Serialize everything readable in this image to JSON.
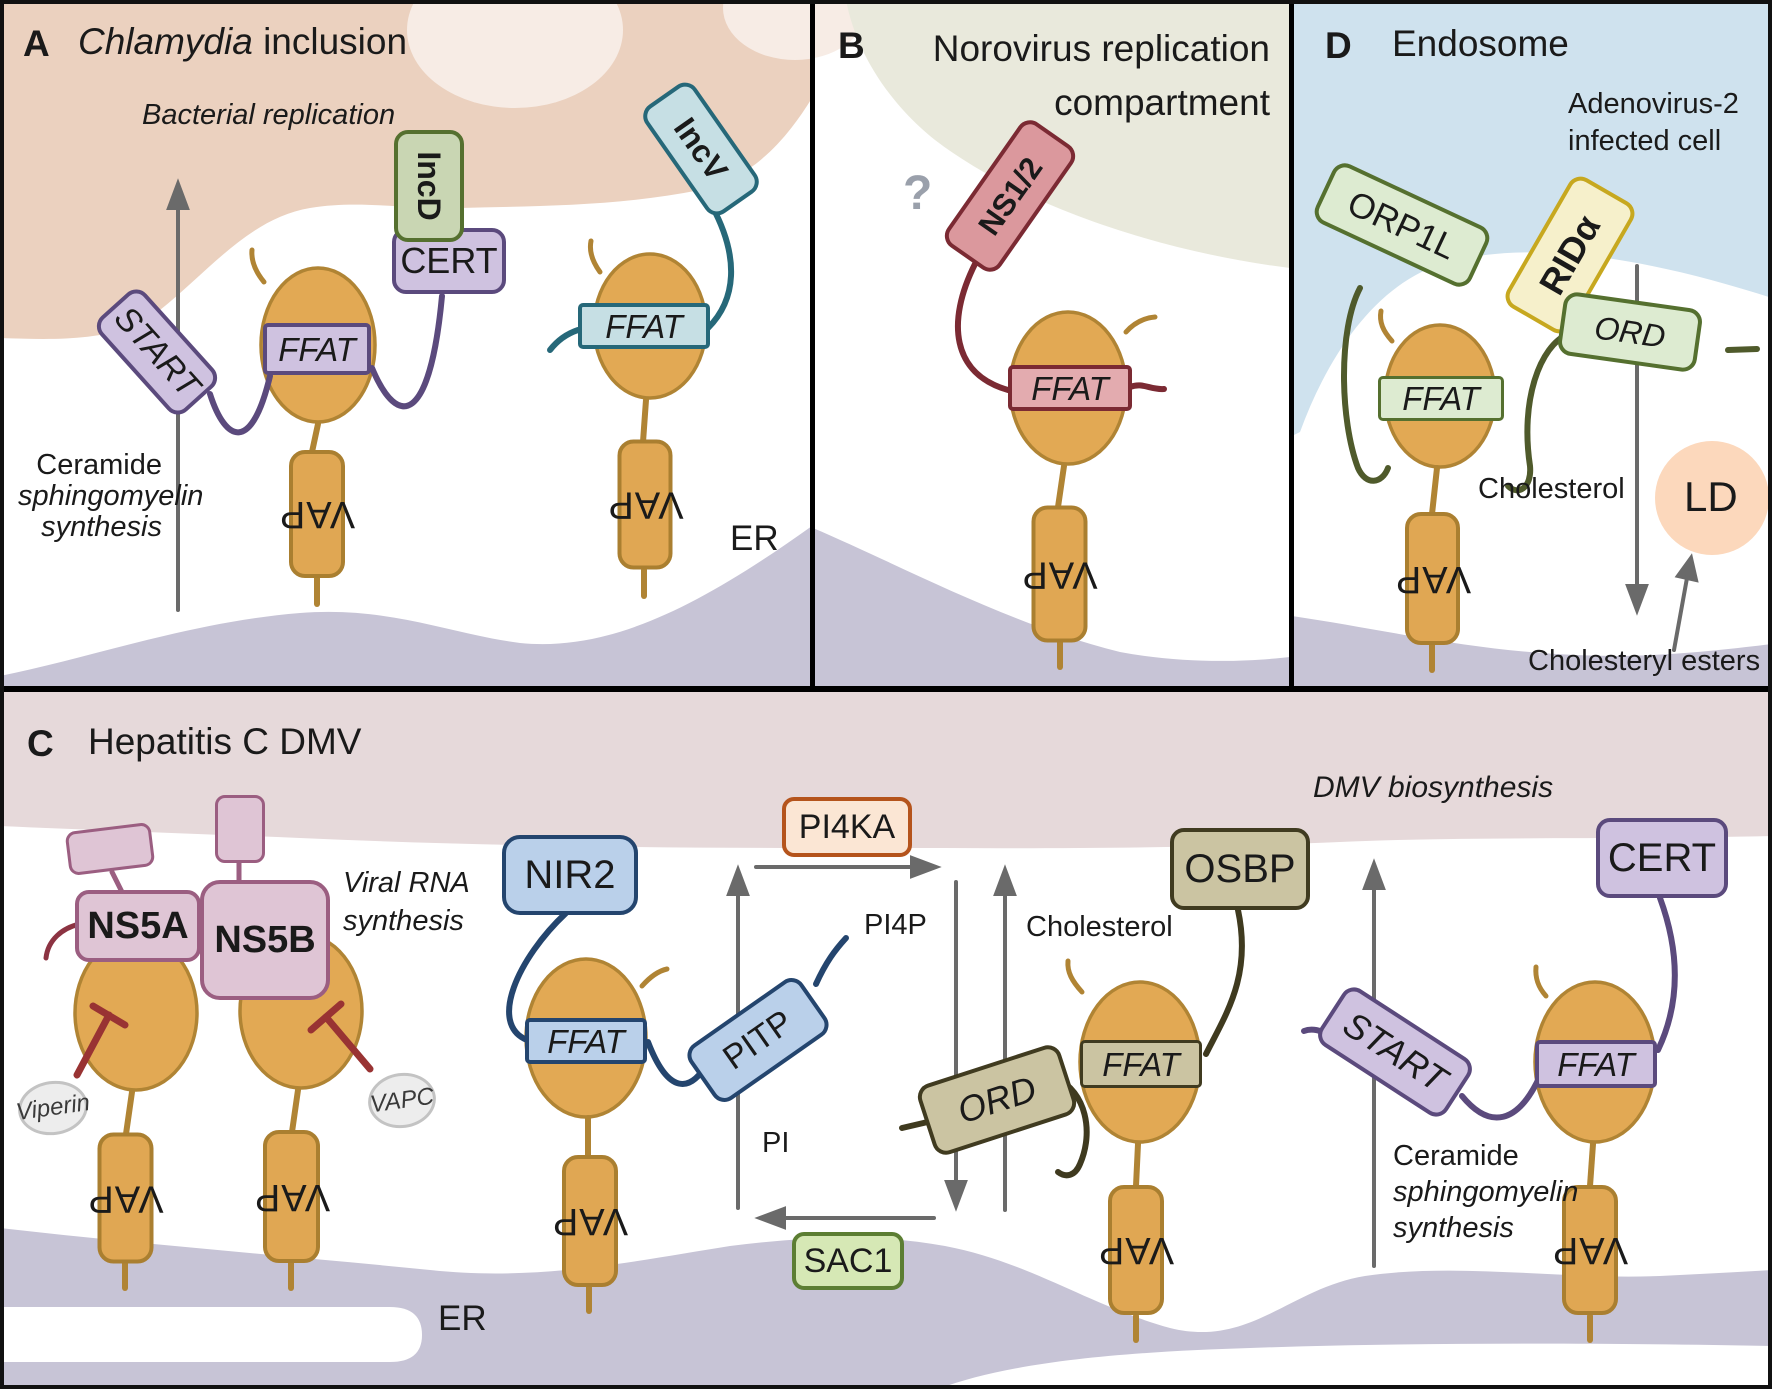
{
  "shared": {
    "vap_label": "VAP",
    "ffat_label": "FFAT",
    "er_label": "ER"
  },
  "panels": {
    "a": {
      "tag": "A",
      "title_italic": "Chlamydia",
      "title_rest": " inclusion",
      "replication": "Bacterial replication",
      "pathway_line1": "Ceramide",
      "pathway_line2": "sphingomyelin",
      "pathway_line3": "synthesis",
      "start": "START",
      "cert": "CERT",
      "incd": "IncD",
      "incv": "IncV"
    },
    "b": {
      "tag": "B",
      "title_line1": "Norovirus replication",
      "title_line2": "compartment",
      "question_mark": "?",
      "ns12": "NS1/2"
    },
    "d": {
      "tag": "D",
      "title": "Endosome",
      "cell_line1": "Adenovirus-2",
      "cell_line2": "infected cell",
      "orp1l": "ORP1L",
      "rida": "RIDα",
      "ord": "ORD",
      "cholesterol": "Cholesterol",
      "ld": "LD",
      "cholesteryl_esters": "Cholesteryl esters"
    },
    "c": {
      "tag": "C",
      "title": "Hepatitis C DMV",
      "dmv_biosynthesis": "DMV biosynthesis",
      "viral_rna_line1": "Viral RNA",
      "viral_rna_line2": "synthesis",
      "ns5a": "NS5A",
      "ns5b": "NS5B",
      "viperin": "Viperin",
      "vapc": "VAPC",
      "nir2": "NIR2",
      "pitp": "PITP",
      "pi4ka": "PI4KA",
      "pi4p": "PI4P",
      "pi": "PI",
      "sac1": "SAC1",
      "ord": "ORD",
      "osbp": "OSBP",
      "cholesterol": "Cholesterol",
      "start": "START",
      "cert": "CERT",
      "ceramide_line1": "Ceramide",
      "ceramide_line2": "sphingomyelin",
      "ceramide_line3": "synthesis"
    }
  },
  "colors": {
    "vap_fill": "#e0a753",
    "er_membrane": "#c7c4d6",
    "chlamydia_inclusion": "#ebd1bf",
    "norovirus_compartment": "#e9e9dc",
    "endosome": "#cfe2ee",
    "dmv_membrane": "#e6d9da",
    "lipid_droplet": "#fcd8bc",
    "cert_purple": "#cfc2e0",
    "incd_green": "#c9d6b3",
    "incv_teal": "#c6dfe4",
    "ns12_red": "#db989d",
    "ns5_mauve": "#dfc5d5",
    "nir2_blue": "#bad0ea",
    "pi4ka_border": "#b5541c",
    "sac1_green": "#d6e8b5",
    "osbp_khaki": "#cbc4a2",
    "orp1l_green": "#ddebd1",
    "rida_yellow": "#f6f0cb",
    "arrow_gray": "#6a6a6a"
  }
}
